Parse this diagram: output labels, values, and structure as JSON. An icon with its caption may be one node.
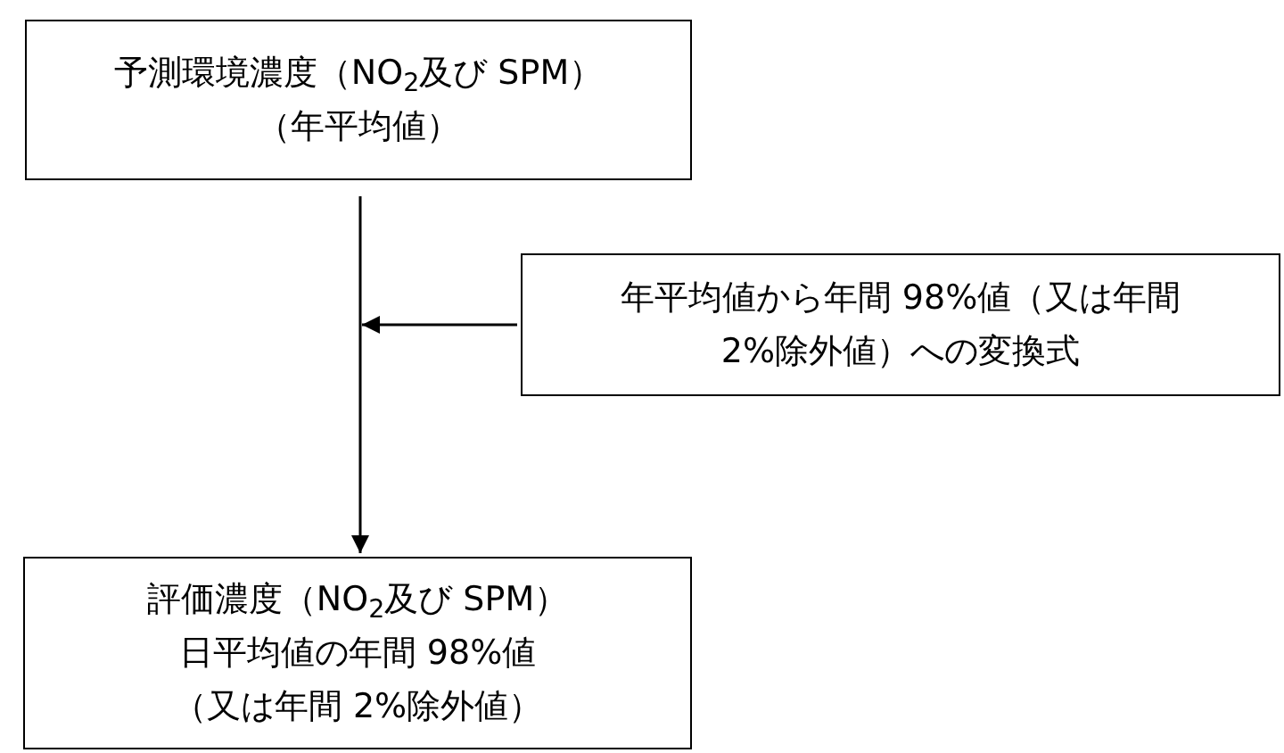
{
  "diagram": {
    "nodes": [
      {
        "text": [
          "予測環境濃度（NO$_{2}$及び SPM）",
          "（年平均値）"
        ]
      },
      {
        "text": [
          "年平均値から年間 98%値（又は年間",
          "2%除外値）への変換式"
        ]
      },
      {
        "text": [
          "評価濃度（NO$_{2}$及び SPM）",
          "日平均値の年間 98%値",
          "（又は年間 2%除外値）"
        ]
      }
    ],
    "edges": [
      {
        "from": 0,
        "to": 2,
        "arrow": "to"
      },
      {
        "from": 1,
        "to": null,
        "arrow": "to"
      }
    ]
  }
}
